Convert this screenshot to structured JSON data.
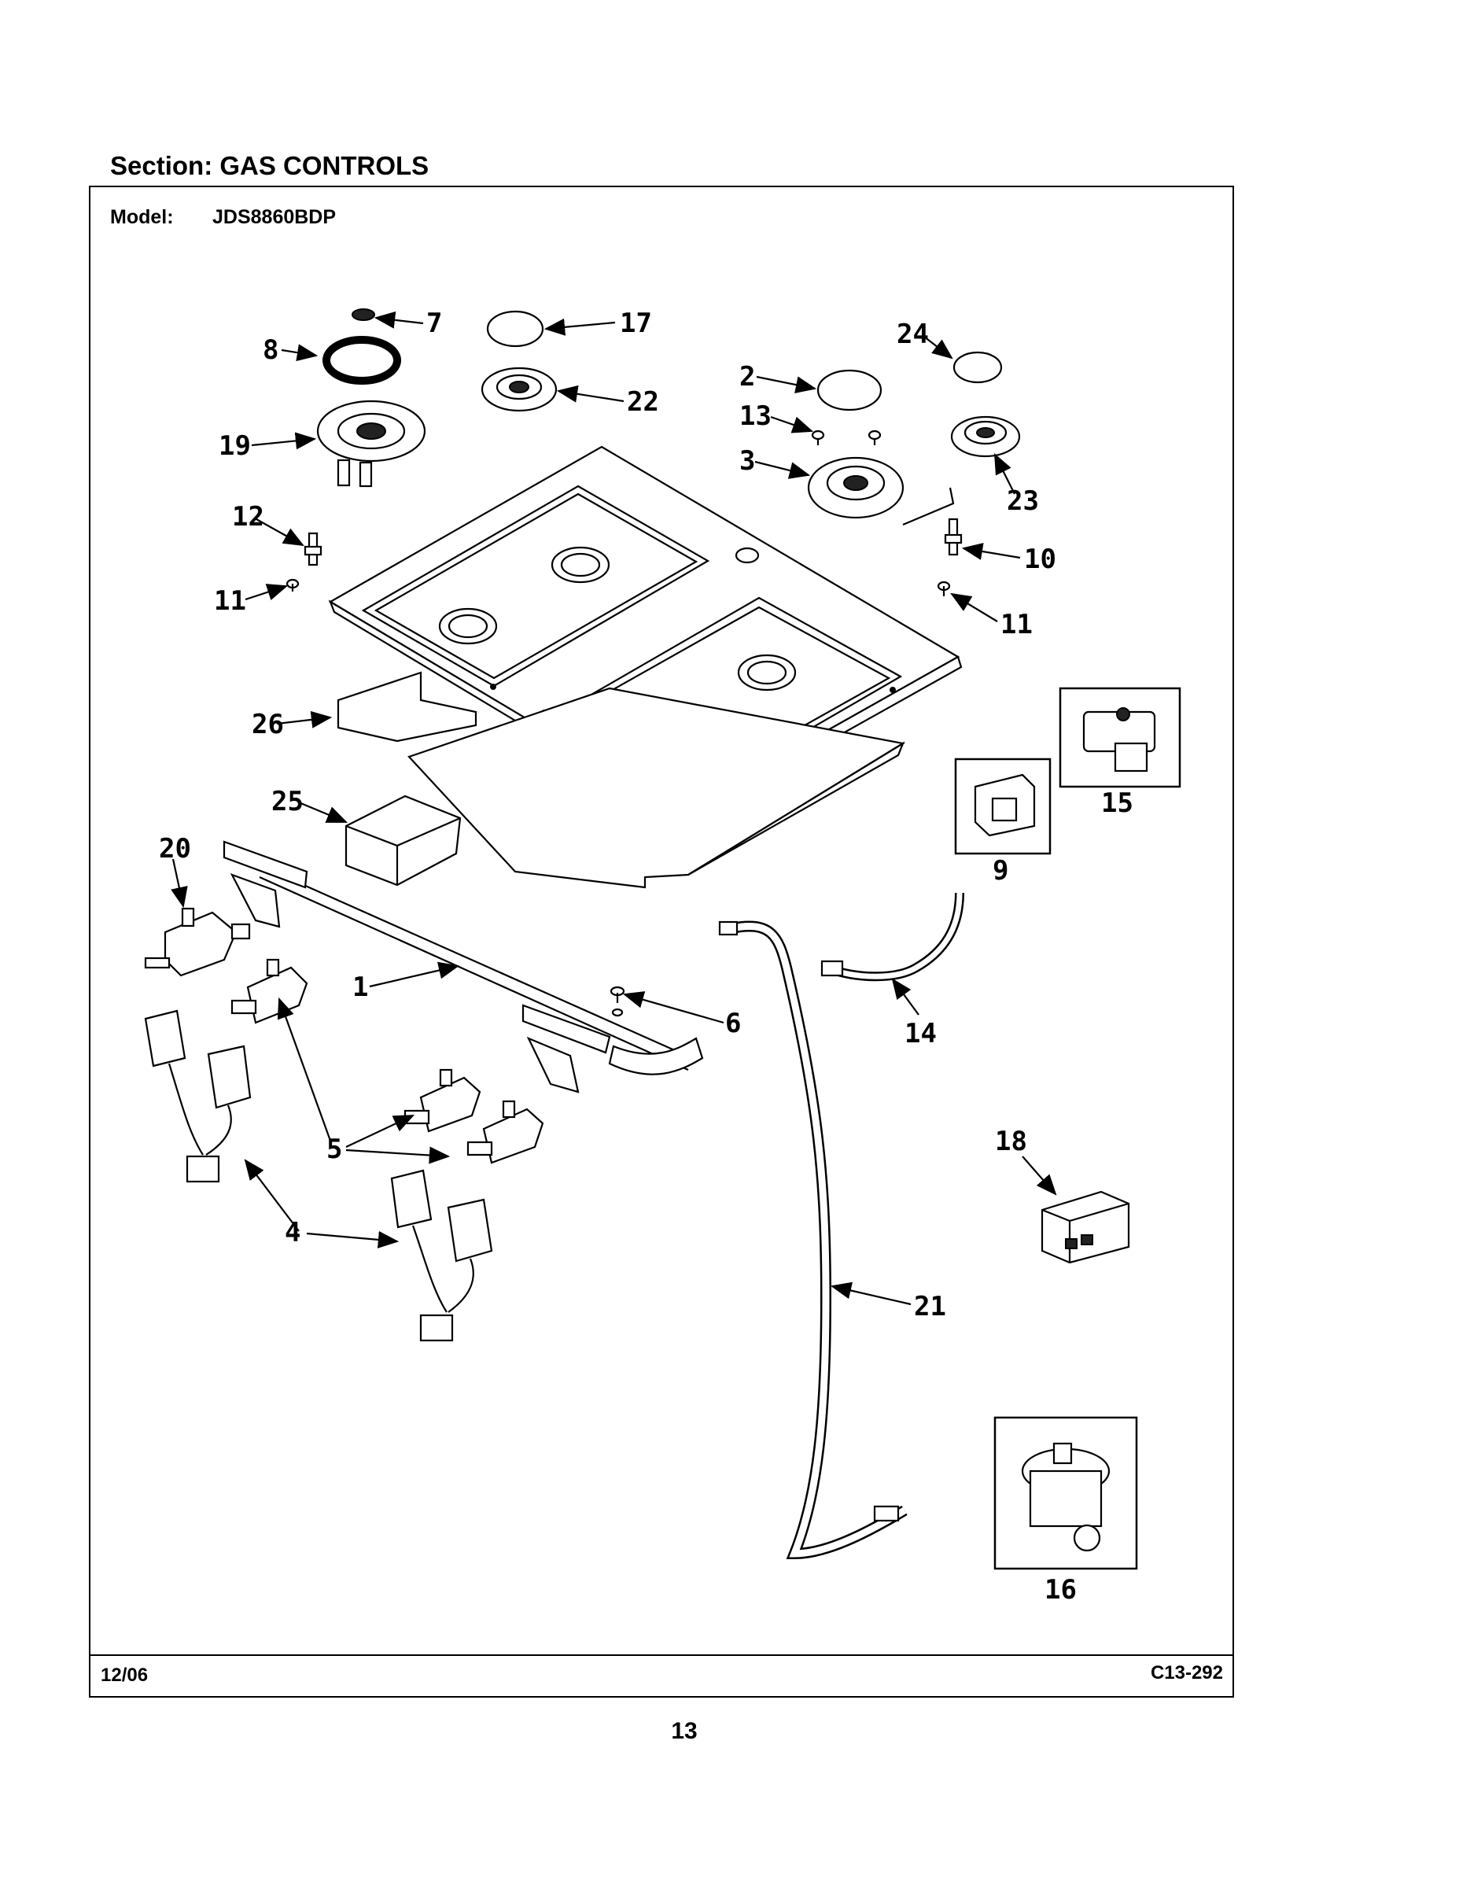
{
  "header": {
    "section_label": "Section:  GAS CONTROLS",
    "model_label": "Model:",
    "model_value": "JDS8860BDP"
  },
  "footer": {
    "date": "12/06",
    "code": "C13-292",
    "page_number": "13"
  },
  "callouts": {
    "c1": "1",
    "c2": "2",
    "c3": "3",
    "c4": "4",
    "c5": "5",
    "c6": "6",
    "c7": "7",
    "c8": "8",
    "c9": "9",
    "c10": "10",
    "c11a": "11",
    "c11b": "11",
    "c12": "12",
    "c13": "13",
    "c14": "14",
    "c15": "15",
    "c16": "16",
    "c17": "17",
    "c18": "18",
    "c19": "19",
    "c20": "20",
    "c21": "21",
    "c22": "22",
    "c23": "23",
    "c24": "24",
    "c25": "25",
    "c26": "26"
  }
}
